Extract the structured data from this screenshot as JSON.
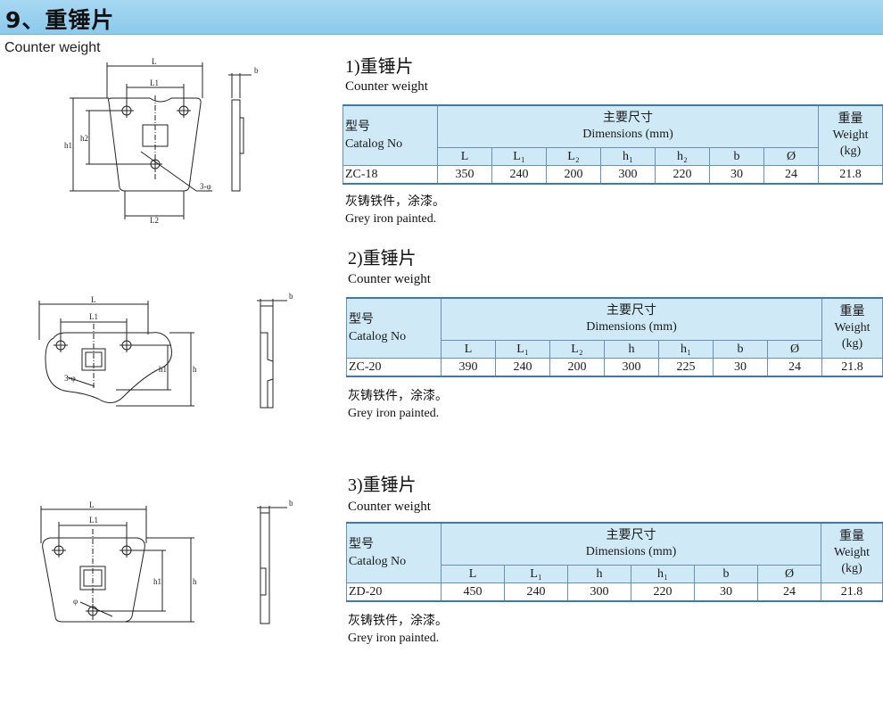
{
  "header": {
    "title": "9、重锤片"
  },
  "subtitle_en": "Counter weight",
  "sections": [
    {
      "title": "1)重锤片",
      "subtitle": "Counter weight",
      "catalog_cn": "型号",
      "catalog_en": "Catalog No",
      "dim_cn": "主要尺寸",
      "dim_en": "Dimensions (mm)",
      "weight_cn": "重量",
      "weight_en": "Weight",
      "weight_unit": "(kg)",
      "columns": [
        "L",
        "L₁",
        "L₂",
        "h₁",
        "h₂",
        "b",
        "Ø"
      ],
      "row": {
        "model": "ZC-18",
        "values": [
          "350",
          "240",
          "200",
          "300",
          "220",
          "30",
          "24"
        ],
        "weight": "21.8"
      },
      "note_cn": "灰铸铁件，涂漆。",
      "note_en": "Grey iron painted."
    },
    {
      "title": "2)重锤片",
      "subtitle": "Counter weight",
      "catalog_cn": "型号",
      "catalog_en": "Catalog No",
      "dim_cn": "主要尺寸",
      "dim_en": "Dimensions (mm)",
      "weight_cn": "重量",
      "weight_en": "Weight",
      "weight_unit": "(kg)",
      "columns": [
        "L",
        "L₁",
        "L₂",
        "h",
        "h₁",
        "b",
        "Ø"
      ],
      "row": {
        "model": "ZC-20",
        "values": [
          "390",
          "240",
          "200",
          "300",
          "225",
          "30",
          "24"
        ],
        "weight": "21.8"
      },
      "note_cn": "灰铸铁件，涂漆。",
      "note_en": "Grey iron painted."
    },
    {
      "title": "3)重锤片",
      "subtitle": "Counter weight",
      "catalog_cn": "型号",
      "catalog_en": "Catalog No",
      "dim_cn": "主要尺寸",
      "dim_en": "Dimensions (mm)",
      "weight_cn": "重量",
      "weight_en": "Weight",
      "weight_unit": "(kg)",
      "columns": [
        "L",
        "L₁",
        "h",
        "h₁",
        "b",
        "Ø"
      ],
      "row": {
        "model": "ZD-20",
        "values": [
          "450",
          "240",
          "300",
          "220",
          "30",
          "24"
        ],
        "weight": "21.8"
      },
      "note_cn": "灰铸铁件，涂漆。",
      "note_en": "Grey iron painted."
    }
  ],
  "drawings": {
    "d1": {
      "L": "L",
      "L1": "L1",
      "L2": "L2",
      "h1": "h1",
      "h2": "h2",
      "b": "b",
      "holes": "3-φ"
    },
    "d2": {
      "L": "L",
      "L1": "L1",
      "h": "h",
      "h1": "h1",
      "b": "b",
      "holes": "3-φ"
    },
    "d3": {
      "L": "L",
      "L1": "L1",
      "h": "h",
      "h1": "h1",
      "b": "b",
      "holes": "φ"
    }
  }
}
